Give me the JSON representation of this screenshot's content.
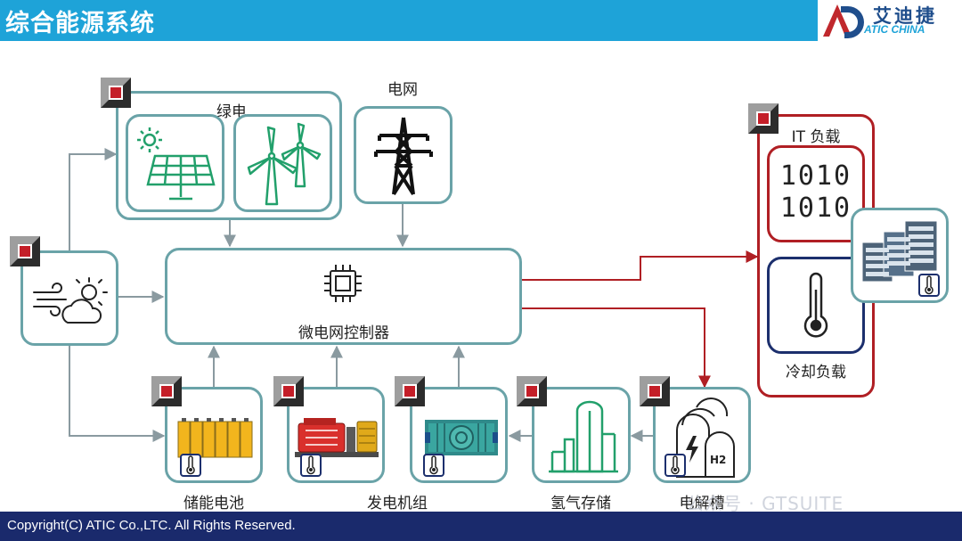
{
  "header": {
    "title": "综合能源系统",
    "logo_cn": "艾迪捷",
    "logo_en": "ATIC CHINA"
  },
  "footer": {
    "copyright": "Copyright(C) ATIC Co.,LTC. All Rights Reserved."
  },
  "watermark": "公众号 · GTSUITE",
  "nodes": {
    "green_power": "绿电",
    "grid": "电网",
    "controller": "微电网控制器",
    "it_load": "IT 负载",
    "cooling_load": "冷却负载",
    "battery": "储能电池",
    "generator": "发电机组",
    "hydrogen_storage": "氢气存储",
    "electrolyzer": "电解槽",
    "h2": "H2",
    "binary_row1": "1010",
    "binary_row2": "1010"
  },
  "colors": {
    "header_bg": "#1ea3d8",
    "footer_bg": "#1a2a6c",
    "box_teal": "#6aa3a8",
    "box_red": "#b01f24",
    "box_navy": "#1c2f6d",
    "icon_green": "#22a06b",
    "arrow_gray": "#8a9aa0",
    "arrow_red": "#b01f24"
  },
  "icons": [
    "solar-panel-icon",
    "wind-turbine-icon",
    "transmission-tower-icon",
    "weather-icon",
    "chip-icon",
    "binary-data-icon",
    "thermometer-icon",
    "server-rack-icon",
    "battery-pack-icon",
    "generator-engine-icon",
    "fuel-cell-icon",
    "hydrogen-tank-icon",
    "electrolyzer-icon",
    "status-badge-icon"
  ]
}
